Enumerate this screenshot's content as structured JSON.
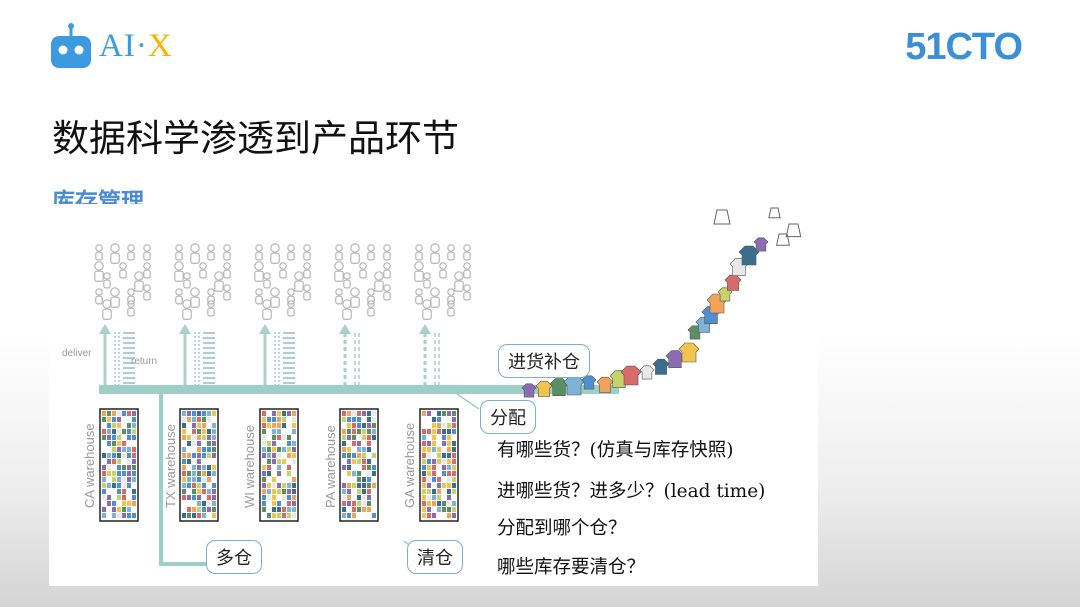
{
  "header": {
    "logo_text_main": "AI·",
    "logo_text_accent": "X",
    "brand": "51CTO"
  },
  "title": "数据科学渗透到产品环节",
  "subtitle": "库存管理",
  "diagram": {
    "deliver_label": "deliver",
    "return_label": "return",
    "warehouses": [
      "CA warehouse",
      "TX warehouse",
      "WI warehouse",
      "PA warehouse",
      "GA warehouse"
    ],
    "callouts": {
      "restock": "进货补仓",
      "allocate": "分配",
      "multi_warehouse": "多仓",
      "clearance": "清仓"
    },
    "questions": [
      "有哪些货？(仿真与库存快照)",
      "进哪些货？进多少？(lead time)",
      "分配到哪个仓？",
      "哪些库存要清仓？"
    ],
    "colors": {
      "flow": "#9ecfc7",
      "arrow": "#a9cfcf",
      "callout_border": "#7aaed8",
      "people": "#b5b5b5"
    }
  }
}
